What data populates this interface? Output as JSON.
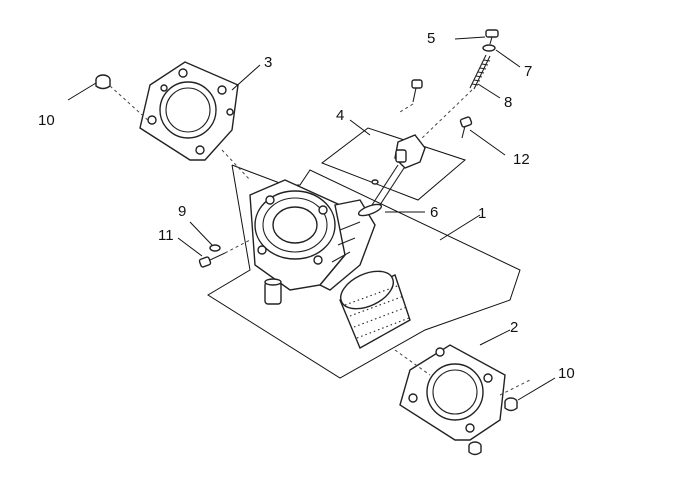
{
  "callouts": {
    "c1": "1",
    "c2": "2",
    "c3": "3",
    "c4": "4",
    "c5": "5",
    "c6": "6",
    "c7": "7",
    "c8": "8",
    "c9": "9",
    "c10_left": "10",
    "c10_right": "10",
    "c11": "11",
    "c12": "12"
  },
  "parts": [
    {
      "callout": "1",
      "icon": "cylinder-block-icon"
    },
    {
      "callout": "2",
      "icon": "cylinder-base-gasket-icon"
    },
    {
      "callout": "3",
      "icon": "cylinder-head-gasket-icon"
    },
    {
      "callout": "4",
      "icon": "chain-tensioner-icon"
    },
    {
      "callout": "5",
      "icon": "bolt-icon"
    },
    {
      "callout": "6",
      "icon": "o-ring-icon"
    },
    {
      "callout": "7",
      "icon": "washer-icon"
    },
    {
      "callout": "8",
      "icon": "spring-icon"
    },
    {
      "callout": "9",
      "icon": "washer-icon"
    },
    {
      "callout": "10",
      "icon": "dowel-pin-icon"
    },
    {
      "callout": "11",
      "icon": "bolt-icon"
    },
    {
      "callout": "12",
      "icon": "bolt-icon"
    }
  ]
}
